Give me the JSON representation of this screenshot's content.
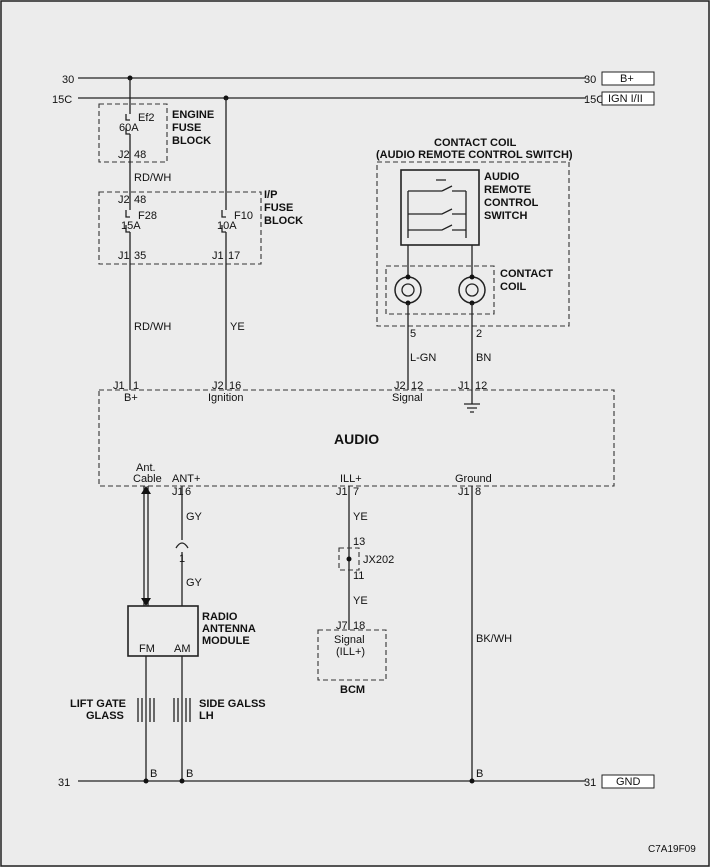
{
  "bus": {
    "b_plus_num": "30",
    "b_plus_label": "B+",
    "ign_num": "15C",
    "ign_label": "IGN I/II",
    "gnd_num": "31",
    "gnd_label": "GND"
  },
  "engine_fuse": {
    "fuse_id": "Ef2",
    "rating": "60A",
    "conn": "J2",
    "pin": "48",
    "title": [
      "ENGINE",
      "FUSE",
      "BLOCK"
    ]
  },
  "wire_rdwh_1": "RD/WH",
  "ip_fuse": {
    "title": [
      "I/P",
      "FUSE",
      "BLOCK"
    ],
    "top_conn": "J2",
    "top_pin": "48",
    "f28_id": "F28",
    "f28_rating": "15A",
    "f28_conn": "J1",
    "f28_pin": "35",
    "f10_id": "F10",
    "f10_rating": "10A",
    "f10_conn": "J1",
    "f10_pin": "17"
  },
  "wire_rdwh_2": "RD/WH",
  "wire_ye_1": "YE",
  "contact_coil": {
    "title_1": "CONTACT COIL",
    "title_2": "(AUDIO REMOTE CONTROL SWITCH)",
    "switch_label": [
      "AUDIO",
      "REMOTE",
      "CONTROL",
      "SWITCH"
    ],
    "coil_label": [
      "CONTACT",
      "COIL"
    ],
    "pin_left": "5",
    "pin_right": "2"
  },
  "wire_lgn": "L-GN",
  "wire_bn": "BN",
  "audio": {
    "title": "AUDIO",
    "p1_conn": "J1",
    "p1_pin": "1",
    "p1_name": "B+",
    "p2_conn": "J2",
    "p2_pin": "16",
    "p2_name": "Ignition",
    "p3_conn": "J2",
    "p3_pin": "12",
    "p3_name": "Signal",
    "p4_conn": "J1",
    "p4_pin": "12",
    "ant_cable": [
      "Ant.",
      "Cable"
    ],
    "antp_name": "ANT+",
    "antp_conn": "J1",
    "antp_pin": "6",
    "ill_name": "ILL+",
    "ill_conn": "J1",
    "ill_pin": "7",
    "gnd_name": "Ground",
    "gnd_conn": "J1",
    "gnd_pin": "8"
  },
  "wire_gy_1": "GY",
  "inline_conn_pin": "1",
  "wire_gy_2": "GY",
  "wire_ye_2": "YE",
  "jx202": {
    "name": "JX202",
    "pin_top": "13",
    "pin_bot": "11"
  },
  "wire_ye_3": "YE",
  "bcm": {
    "conn": "J7",
    "pin": "18",
    "signal": "Signal",
    "signal_sub": "(ILL+)",
    "title": "BCM"
  },
  "wire_bkwh": "BK/WH",
  "radio_antenna": {
    "title": [
      "RADIO",
      "ANTENNA",
      "MODULE"
    ],
    "fm": "FM",
    "am": "AM"
  },
  "antenna_left": [
    "LIFT GATE",
    "GLASS"
  ],
  "antenna_right": [
    "SIDE GALSS",
    "LH"
  ],
  "ground_b_1": "B",
  "ground_b_2": "B",
  "ground_b_3": "B",
  "figure_code": "C7A19F09"
}
